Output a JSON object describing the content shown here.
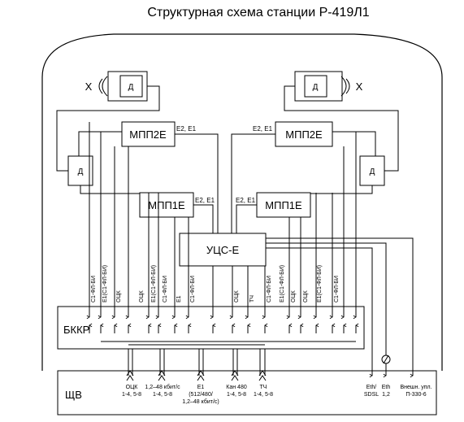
{
  "title": "Структурная схема станции Р-419Л1",
  "blocks": {
    "mpp2e": "МПП2Е",
    "mpp1e": "МПП1Е",
    "ucs": "УЦС-Е",
    "bkkr": "БККР",
    "schv": "ЩВ",
    "d": "Д",
    "x": "X"
  },
  "links": {
    "e2e1_comma": "Е2, Е1",
    "e2e1_tight": "Е2, Е1"
  },
  "vertical_labels": [
    "С1-ФЛ-БИ",
    "Е1(С1-ФЛ-БИ)",
    "ОЦК",
    "ОЦК",
    "Е1(С1-ФЛ-БИ)",
    "С1-ФЛ-БИ",
    "Е1",
    "С1-ФЛ-БИ",
    "ОЦК",
    "ТЧ",
    "С1-ФЛ-БИ",
    "Е1(С1-ФЛ-БИ)",
    "ОЦК",
    "ОЦК",
    "Е1(С1-ФЛ-БИ)",
    "С1-ФЛ-БИ"
  ],
  "ports": [
    {
      "l1": "ОЦК",
      "l2": "1-4, 5-8",
      "l3": ""
    },
    {
      "l1": "1,2–48 кбит/с",
      "l2": "1-4, 5-8",
      "l3": ""
    },
    {
      "l1": "Е1",
      "l2": "(512/480/",
      "l3": "1,2–48 кбит/с)"
    },
    {
      "l1": "Кан 480",
      "l2": "1-4, 5-8",
      "l3": ""
    },
    {
      "l1": "ТЧ",
      "l2": "1-4, 5-8",
      "l3": ""
    },
    {
      "l1": "Eth/",
      "l2": "SDSL",
      "l3": ""
    },
    {
      "l1": "Eth",
      "l2": "1,2",
      "l3": ""
    },
    {
      "l1": "Внешн. упл.",
      "l2": "П-330-6",
      "l3": ""
    }
  ]
}
